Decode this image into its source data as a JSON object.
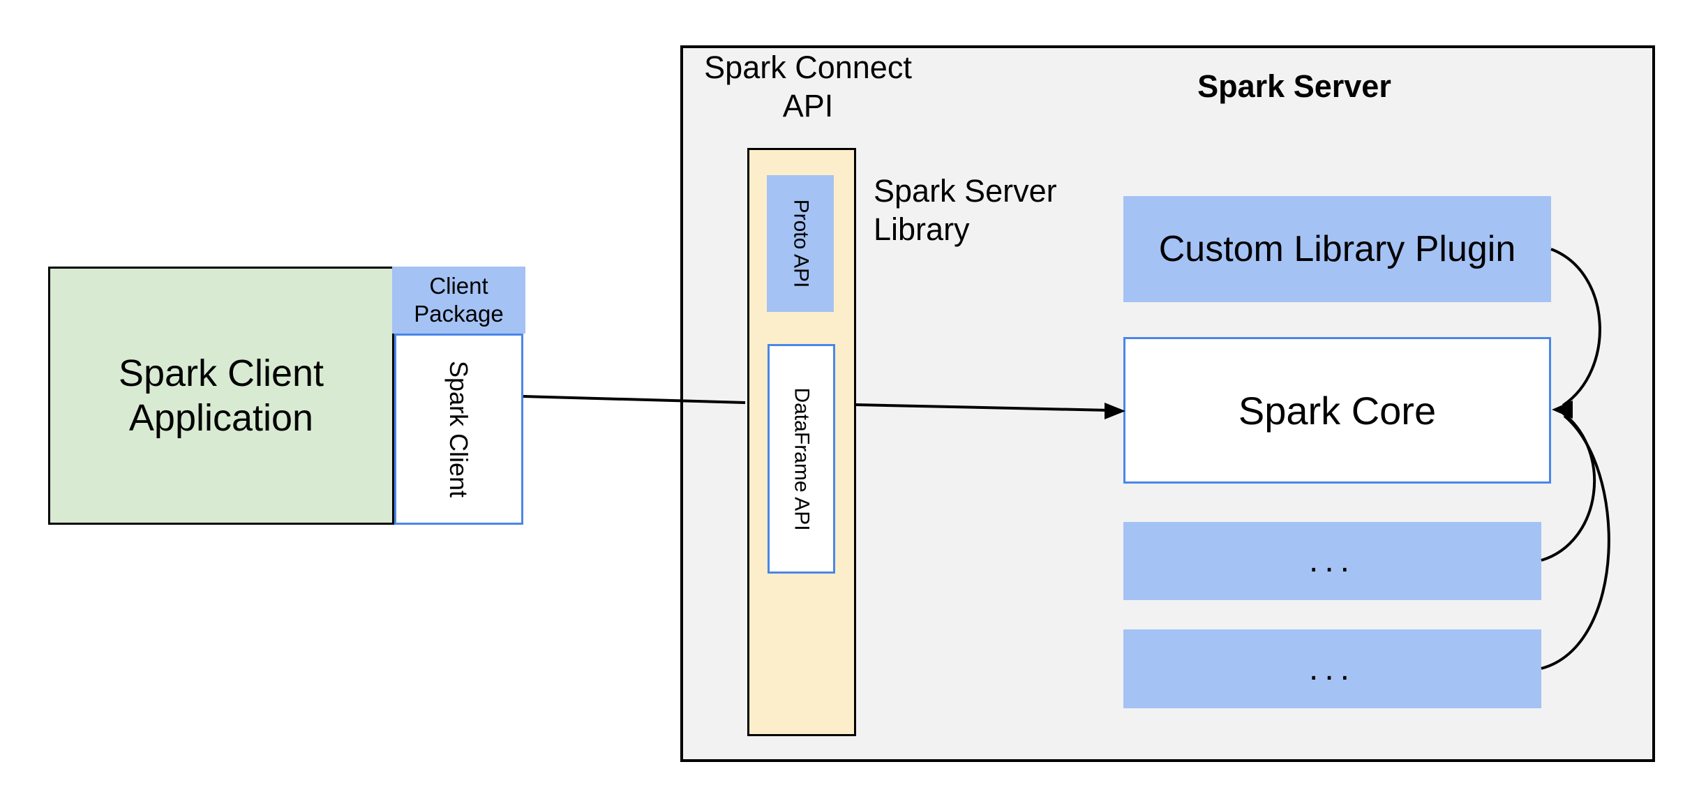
{
  "colors": {
    "blue_fill": "#a4c2f4",
    "green_fill": "#d9ead3",
    "cream_fill": "#fdeecb",
    "gray_fill": "#f2f2f2",
    "blue_border": "#4a86e8",
    "line_color": "#000000"
  },
  "client": {
    "app_line1": "Spark Client",
    "app_line2": "Application",
    "package_line1": "Client",
    "package_line2": "Package",
    "client_label": "Spark Client"
  },
  "connect_api": {
    "title_line1": "Spark Connect",
    "title_line2": "API",
    "proto_label": "Proto API",
    "dataframe_label": "DataFrame API",
    "library_line1": "Spark Server",
    "library_line2": "Library"
  },
  "server": {
    "title": "Spark Server",
    "plugin_label": "Custom Library Plugin",
    "core_label": "Spark Core",
    "more_label_1": "...",
    "more_label_2": "..."
  }
}
